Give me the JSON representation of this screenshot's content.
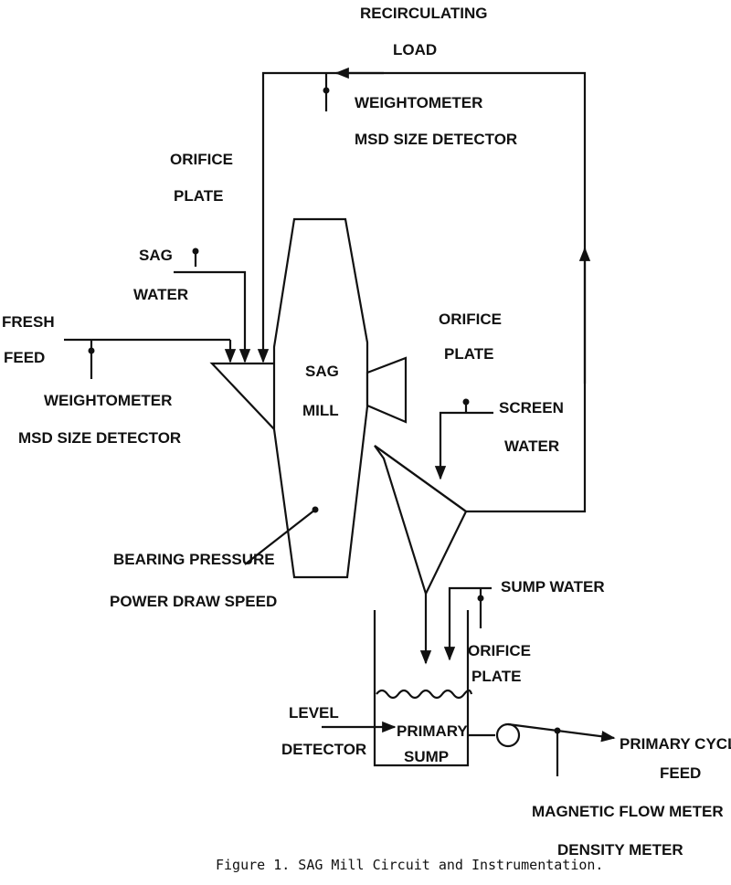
{
  "labels": {
    "recirculating_1": "RECIRCULATING",
    "recirculating_2": "LOAD",
    "recirc_weight": "WEIGHTOMETER",
    "recirc_msd": "MSD SIZE DETECTOR",
    "orifice_top_1": "ORIFICE",
    "orifice_top_2": "PLATE",
    "sag_water_1": "SAG",
    "sag_water_2": "WATER",
    "fresh_1": "FRESH",
    "fresh_2": "FEED",
    "feed_weight": "WEIGHTOMETER",
    "feed_msd": "MSD SIZE DETECTOR",
    "mill_1": "SAG",
    "mill_2": "MILL",
    "bearing_1": "BEARING PRESSURE",
    "bearing_2": "POWER DRAW SPEED",
    "orifice_right_1": "ORIFICE",
    "orifice_right_2": "PLATE",
    "screen_1": "SCREEN",
    "screen_2": "WATER",
    "sump_water": "SUMP WATER",
    "orifice_sump_1": "ORIFICE",
    "orifice_sump_2": "PLATE",
    "level_1": "LEVEL",
    "level_2": "DETECTOR",
    "sump_1": "PRIMARY",
    "sump_2": "SUMP",
    "cyclone_1": "PRIMARY CYCLONE",
    "cyclone_2": "FEED",
    "mag_1": "MAGNETIC FLOW METER",
    "mag_2": "DENSITY METER"
  },
  "caption": "Figure 1.  SAG Mill Circuit and Instrumentation."
}
